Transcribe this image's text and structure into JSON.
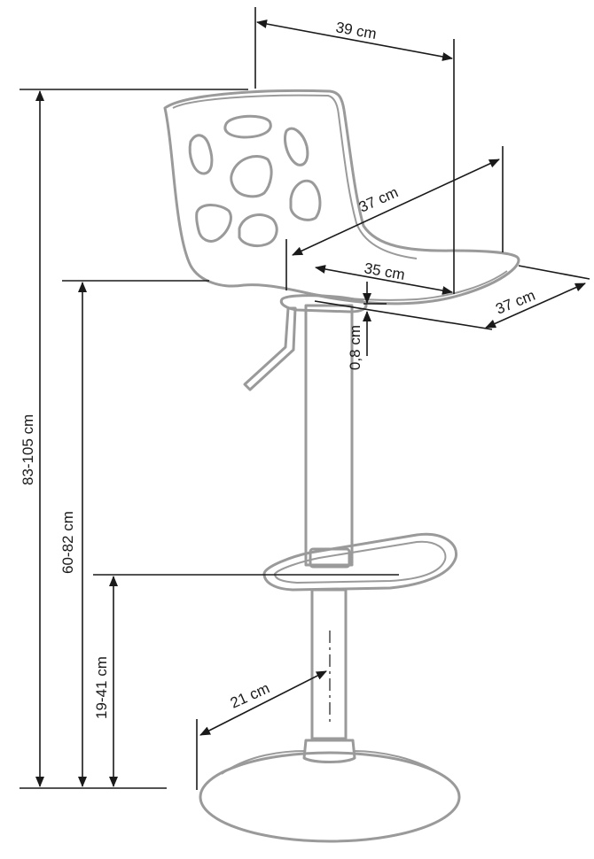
{
  "dimensions": {
    "back_width": "39 cm",
    "seat_depth": "37 cm",
    "seat_width_inner": "35 cm",
    "seat_width_outer": "37 cm",
    "seat_thickness": "0,8 cm",
    "total_height": "83-105 cm",
    "seat_height": "60-82 cm",
    "footrest_height": "19-41 cm",
    "base_radius": "21 cm"
  },
  "colors": {
    "outline": "#9a9a9a",
    "dimension_line": "#1a1a1a"
  }
}
